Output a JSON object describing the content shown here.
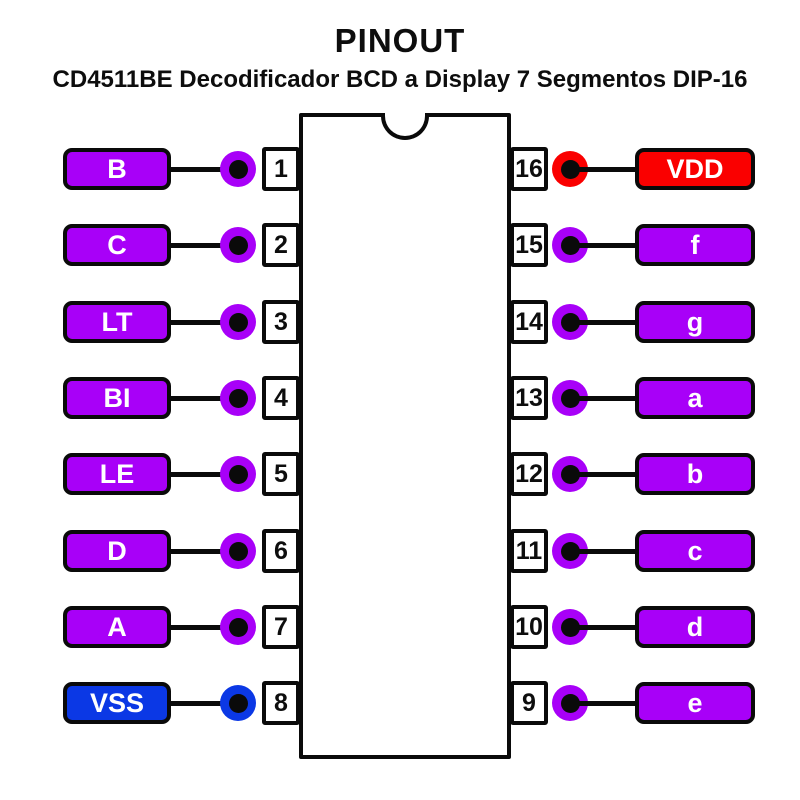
{
  "header": {
    "title": "PINOUT",
    "subtitle": "CD4511BE Decodificador BCD a Display 7 Segmentos DIP-16"
  },
  "colors": {
    "purple": "#A800F8",
    "red": "#FA0000",
    "blue": "#0B38E5",
    "outline": "#0A0A0A",
    "ic_fill": "#FFFFFF"
  },
  "pins": {
    "left": [
      {
        "number": "1",
        "label": "B",
        "color": "purple"
      },
      {
        "number": "2",
        "label": "C",
        "color": "purple"
      },
      {
        "number": "3",
        "label": "LT",
        "color": "purple"
      },
      {
        "number": "4",
        "label": "BI",
        "color": "purple"
      },
      {
        "number": "5",
        "label": "LE",
        "color": "purple"
      },
      {
        "number": "6",
        "label": "D",
        "color": "purple"
      },
      {
        "number": "7",
        "label": "A",
        "color": "purple"
      },
      {
        "number": "8",
        "label": "VSS",
        "color": "blue"
      }
    ],
    "right": [
      {
        "number": "16",
        "label": "VDD",
        "color": "red"
      },
      {
        "number": "15",
        "label": "f",
        "color": "purple"
      },
      {
        "number": "14",
        "label": "g",
        "color": "purple"
      },
      {
        "number": "13",
        "label": "a",
        "color": "purple"
      },
      {
        "number": "12",
        "label": "b",
        "color": "purple"
      },
      {
        "number": "11",
        "label": "c",
        "color": "purple"
      },
      {
        "number": "10",
        "label": "d",
        "color": "purple"
      },
      {
        "number": "9",
        "label": "e",
        "color": "purple"
      }
    ]
  }
}
